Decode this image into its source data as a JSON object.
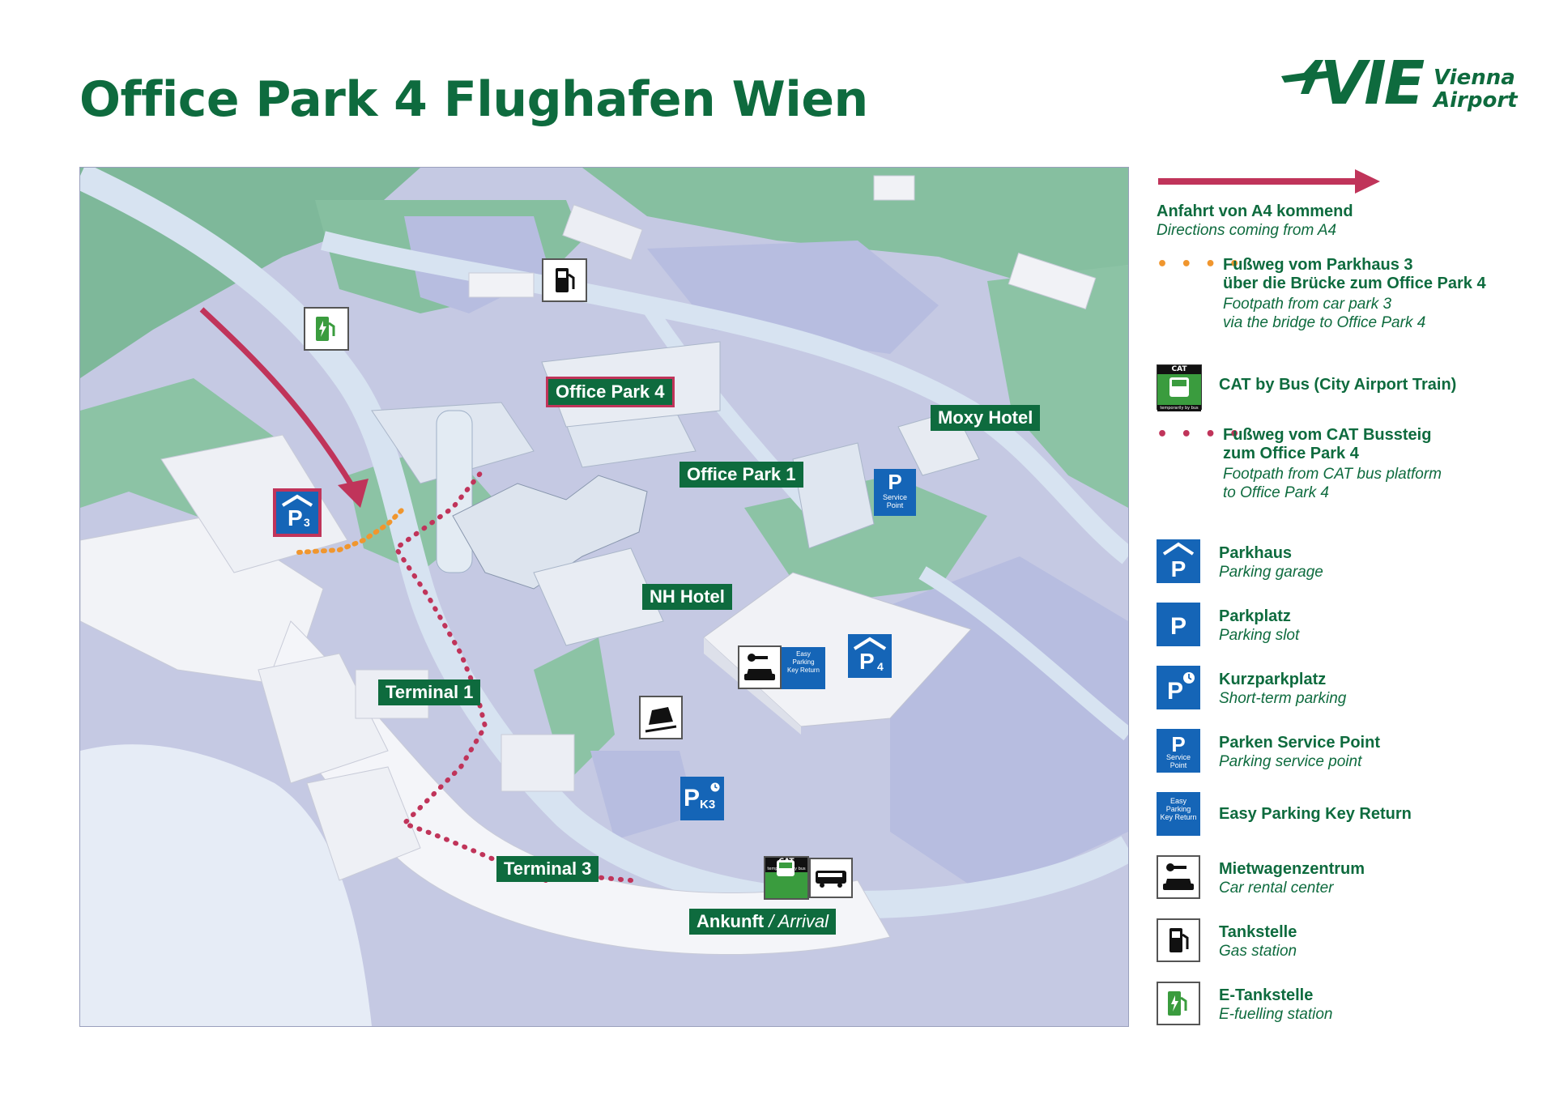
{
  "title": "Office Park 4 Flughafen Wien",
  "logo": {
    "mark": "VIE",
    "line1": "Vienna",
    "line2": "Airport"
  },
  "colors": {
    "brand_green": "#0e6b3e",
    "parking_blue": "#1565b7",
    "route_red": "#c0345a",
    "footpath_orange": "#f0962e"
  },
  "map": {
    "labels": {
      "office_park_4": "Office Park 4",
      "moxy_hotel": "Moxy Hotel",
      "office_park_1": "Office Park 1",
      "nh_hotel": "NH Hotel",
      "terminal_1": "Terminal 1",
      "terminal_3": "Terminal 3",
      "arrival_de": "Ankunft",
      "arrival_sep": " / ",
      "arrival_en": "Arrival"
    },
    "icons": {
      "p3": {
        "letter": "P",
        "sub": "3",
        "icon": "parking-garage-icon"
      },
      "p4": {
        "letter": "P",
        "sub": "4",
        "icon": "parking-garage-icon"
      },
      "pk3": {
        "letter": "P",
        "sub": "K3",
        "icon": "short-term-parking-icon"
      },
      "service_point": {
        "letter": "P",
        "line1": "Service",
        "line2": "Point"
      },
      "easy_parking": {
        "line1": "Easy",
        "line2": "Parking",
        "line3": "Key Return"
      },
      "cat_bus": {
        "brand": "CAT",
        "small": "temporarily by bus"
      }
    }
  },
  "legend": {
    "route": {
      "title": "Anfahrt von A4 kommend",
      "sub": "Directions coming from A4"
    },
    "footpath_p3": {
      "title1": "Fußweg vom Parkhaus 3",
      "title2": "über die Brücke zum Office Park 4",
      "sub1": "Footpath from car park 3",
      "sub2": "via the bridge to Office Park 4"
    },
    "cat_bus": {
      "title": "CAT by Bus (City Airport Train)",
      "brand": "CAT",
      "small": "temporarily by bus"
    },
    "footpath_cat": {
      "title1": "Fußweg vom CAT Bussteig",
      "title2": "zum Office Park 4",
      "sub1": "Footpath from CAT bus platform",
      "sub2": "to Office Park 4"
    },
    "parkhaus": {
      "title": "Parkhaus",
      "sub": "Parking garage"
    },
    "parkplatz": {
      "title": "Parkplatz",
      "sub": "Parking slot"
    },
    "kurzparkplatz": {
      "title": "Kurzparkplatz",
      "sub": "Short-term parking"
    },
    "service_point": {
      "title": "Parken Service Point",
      "sub": "Parking service point",
      "icon_line1": "Service",
      "icon_line2": "Point"
    },
    "easy_parking": {
      "title": "Easy Parking Key Return",
      "icon_line1": "Easy",
      "icon_line2": "Parking",
      "icon_line3": "Key Return"
    },
    "car_rental": {
      "title": "Mietwagenzentrum",
      "sub": "Car rental center"
    },
    "gas": {
      "title": "Tankstelle",
      "sub": "Gas station"
    },
    "e_fuel": {
      "title": "E-Tankstelle",
      "sub": "E-fuelling station"
    }
  }
}
